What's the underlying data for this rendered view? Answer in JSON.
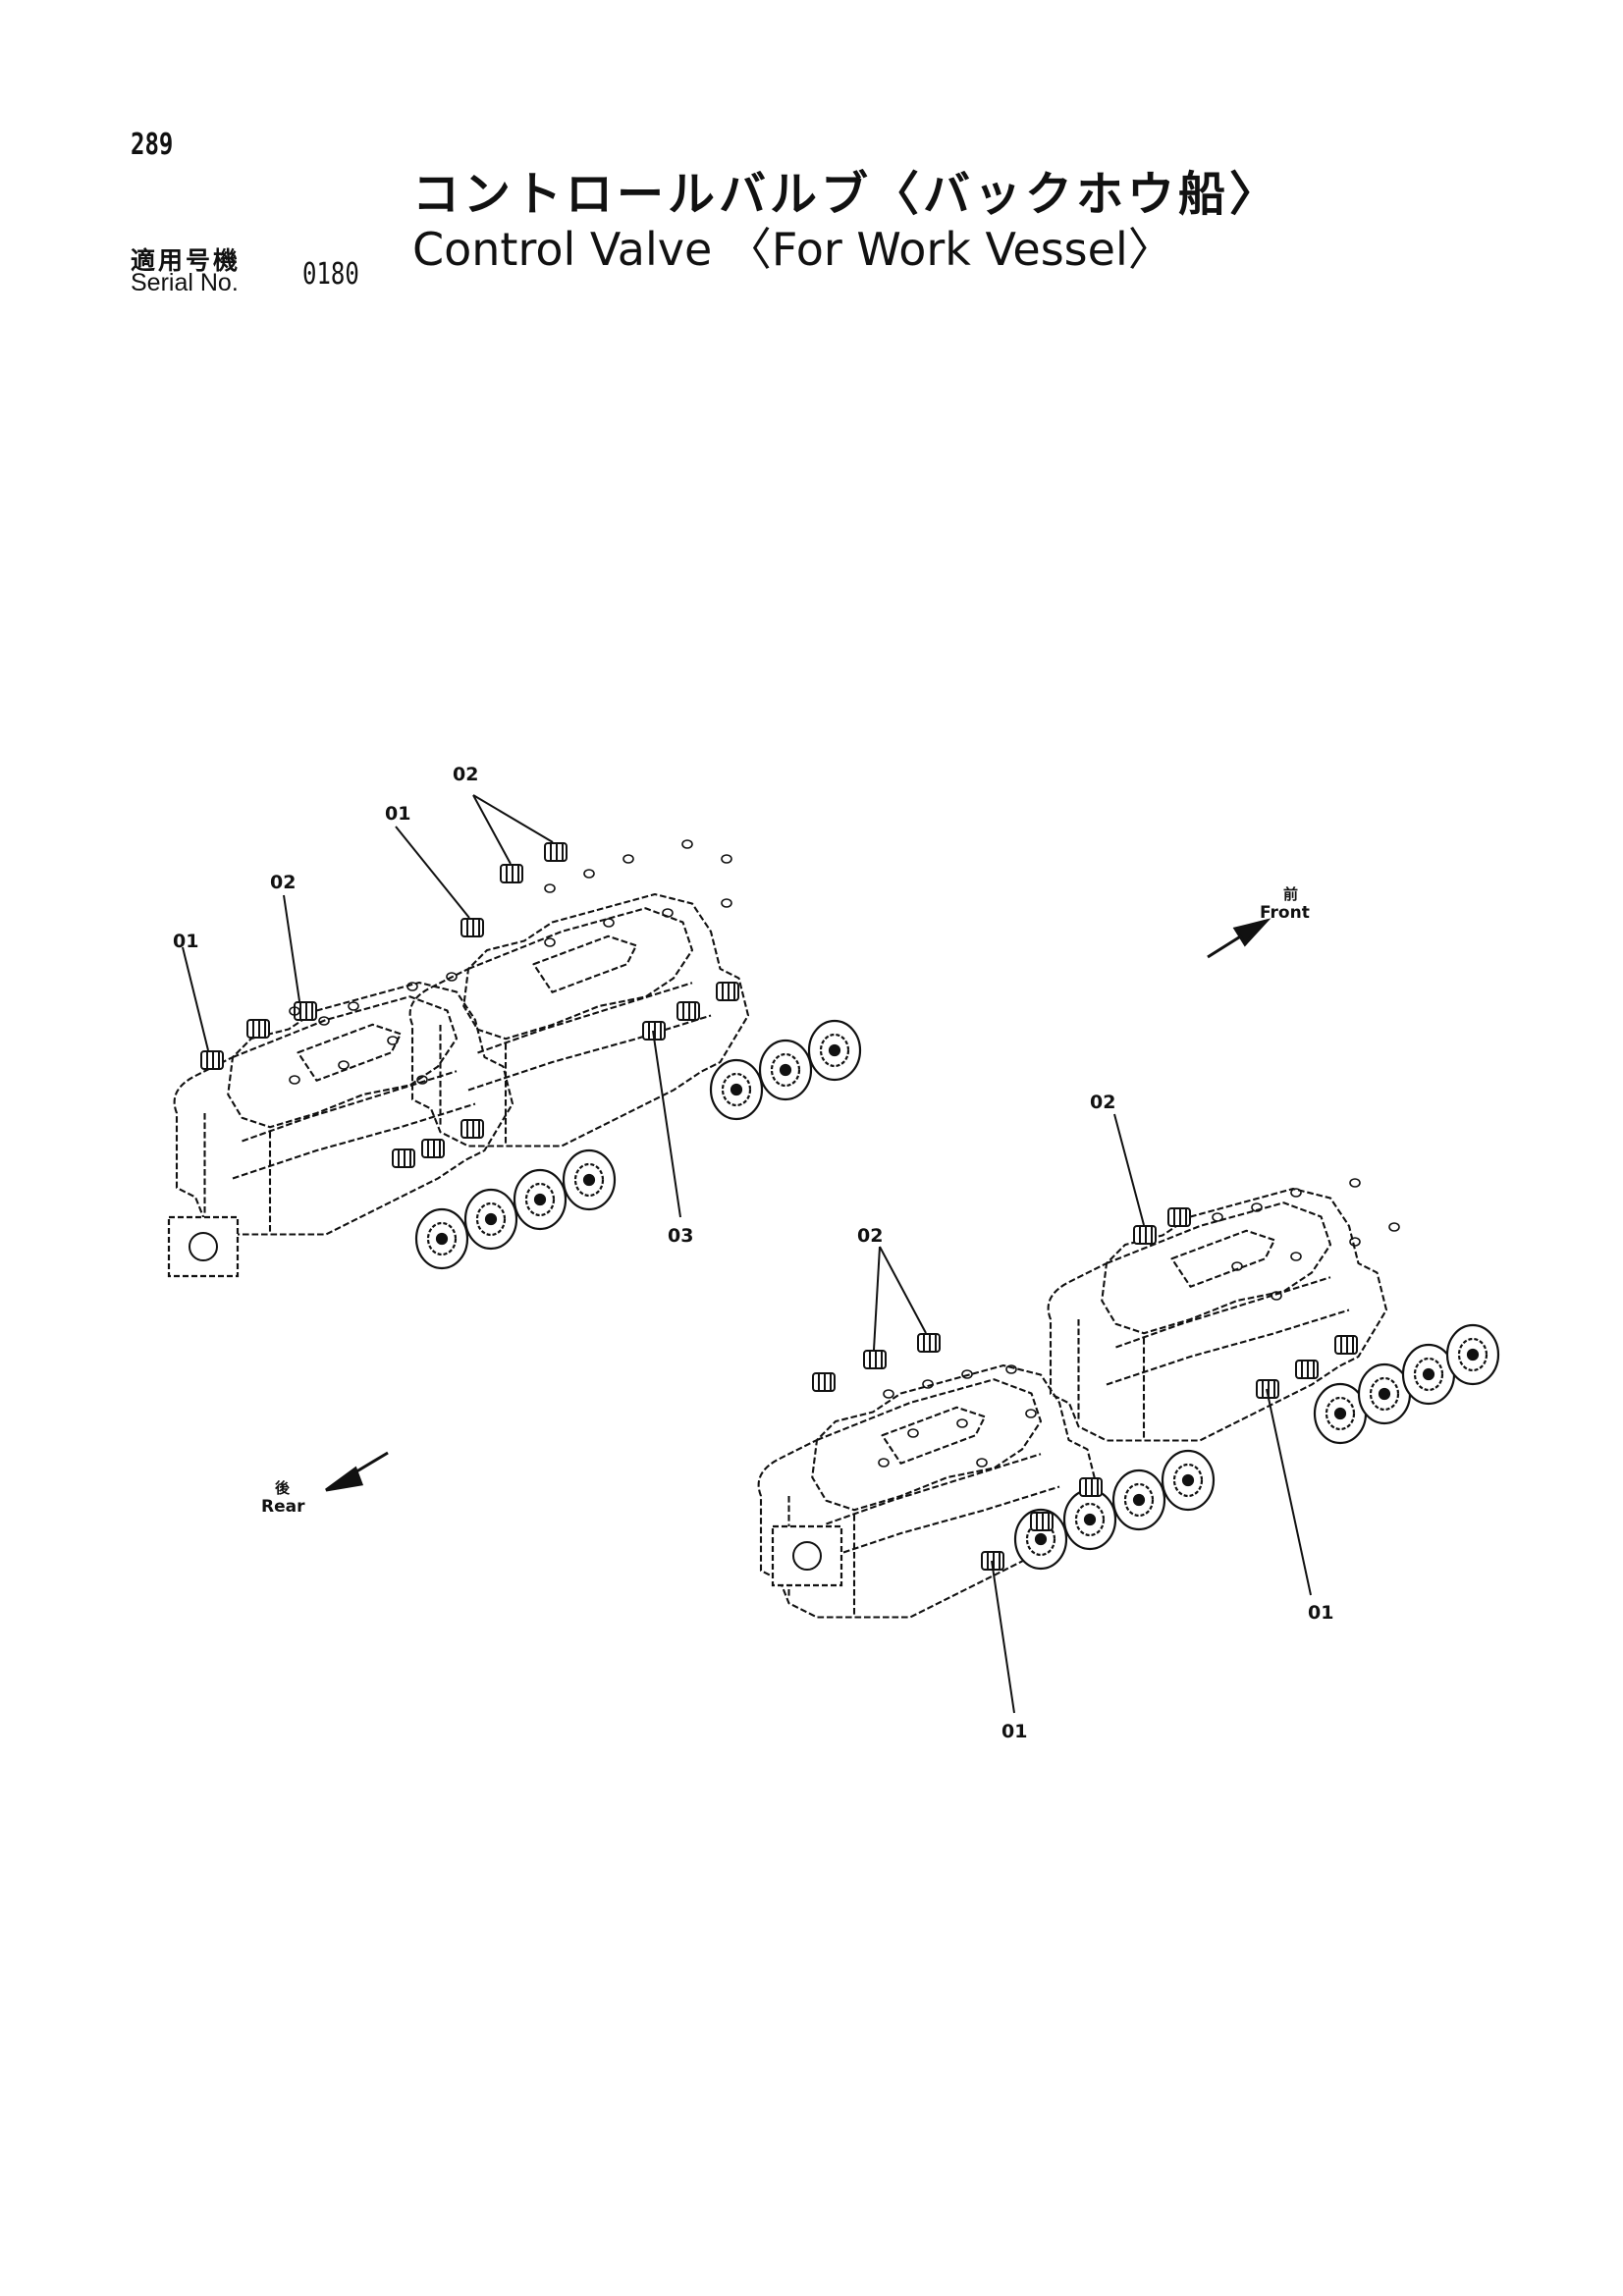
{
  "header": {
    "page_number": "289",
    "title_ja": "コントロールバルブ〈バックホウ船〉",
    "title_en": "Control Valve 〈For Work Vessel〉",
    "serial_label_ja": "適用号機",
    "serial_label_en": "Serial No.",
    "serial_value": "0180"
  },
  "callouts": {
    "upper_left": {
      "c01": "01",
      "c02": "02"
    },
    "upper_right": {
      "c01": "01",
      "c02": "02",
      "c03": "03"
    },
    "lower_left": {
      "c02": "02",
      "c01": "01"
    },
    "lower_right": {
      "c02": "02",
      "c01": "01"
    }
  },
  "directions": {
    "front_ja": "前",
    "front_en": "Front",
    "rear_ja": "後",
    "rear_en": "Rear"
  }
}
